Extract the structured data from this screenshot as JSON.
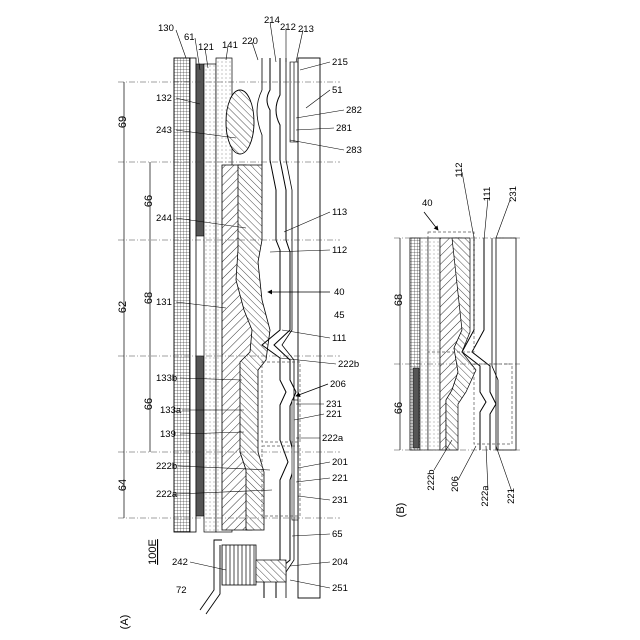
{
  "panel_a_label": "(A)",
  "panel_b_label": "(B)",
  "figure_id": "100E",
  "labels_a": {
    "l130": "130",
    "l61": "61",
    "l121": "121",
    "l141": "141",
    "l220": "220",
    "l214": "214",
    "l212": "212",
    "l213": "213",
    "l215": "215",
    "l51": "51",
    "l282": "282",
    "l281": "281",
    "l283": "283",
    "l132": "132",
    "l243": "243",
    "l244": "244",
    "l113": "113",
    "l112": "112",
    "l40": "40",
    "l131": "131",
    "l45": "45",
    "l111": "111",
    "l133b": "133b",
    "l222b_top": "222b",
    "l206": "206",
    "l231_top": "231",
    "l133a": "133a",
    "l221_top": "221",
    "l139": "139",
    "l222a_top": "222a",
    "l201": "201",
    "l222b_bot": "222b",
    "l221_bot": "221",
    "l222a_bot": "222a",
    "l231_bot": "231",
    "l65": "65",
    "l242": "242",
    "l204": "204",
    "l72": "72",
    "l251": "251"
  },
  "region_labels": {
    "r69": "69",
    "r66_top": "66",
    "r62": "62",
    "r68": "68",
    "r66_bot": "66",
    "r64": "64"
  },
  "labels_b": {
    "b40": "40",
    "b112": "112",
    "b111": "111",
    "b231": "231",
    "b68": "68",
    "b66": "66",
    "b222b": "222b",
    "b206": "206",
    "b222a": "222a",
    "b221": "221"
  }
}
